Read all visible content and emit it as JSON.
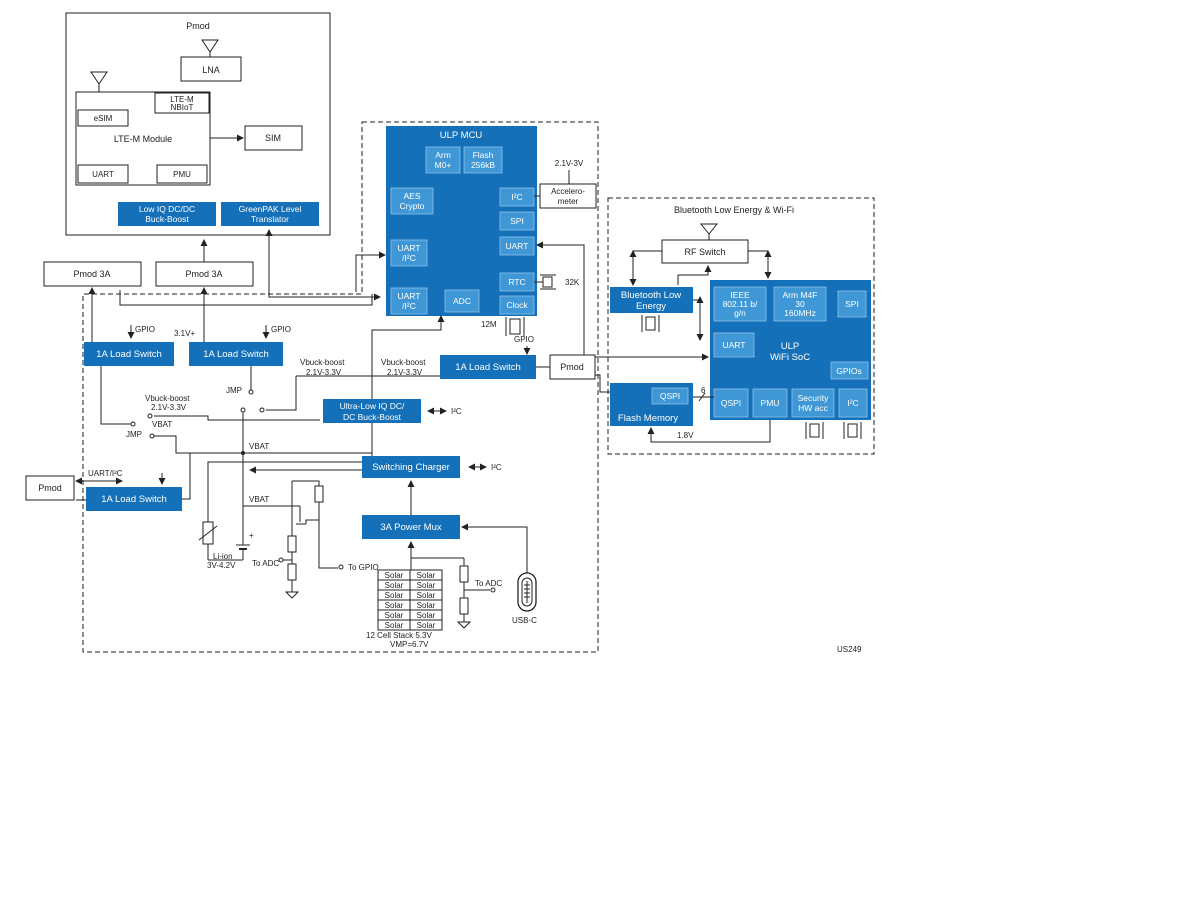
{
  "pmod_top": {
    "title": "Pmod",
    "lna": "LNA",
    "lte_module": "LTE-M Module",
    "lte_m": "LTE-M",
    "nbiot": "NBIoT",
    "esim": "eSIM",
    "uart": "UART",
    "pmu": "PMU",
    "sim": "SIM",
    "dcdc_l1": "Low IQ DC/DC",
    "dcdc_l2": "Buck-Boost",
    "greenpak_l1": "GreenPAK Level",
    "greenpak_l2": "Translator"
  },
  "pmod3a": {
    "left": "Pmod 3A",
    "right": "Pmod 3A"
  },
  "mcu": {
    "title": "ULP MCU",
    "arm_l1": "Arm",
    "arm_l2": "M0+",
    "flash_l1": "Flash",
    "flash_l2": "256kB",
    "aes_l1": "AES",
    "aes_l2": "Crypto",
    "i2c": "I²C",
    "spi": "SPI",
    "uart": "UART",
    "uart_i2c_l1": "UART",
    "uart_i2c_l2": "/I²C",
    "uart_i2c2_l1": "UART",
    "uart_i2c2_l2": "/I²C",
    "adc": "ADC",
    "rtc": "RTC",
    "clock": "Clock"
  },
  "accel": {
    "v": "2.1V-3V",
    "l1": "Accelero-",
    "l2": "meter"
  },
  "xtal": {
    "k32": "32K",
    "m12": "12M"
  },
  "ble_wifi": {
    "title": "Bluetooth Low Energy & Wi-Fi",
    "rf_switch": "RF Switch",
    "ble_l1": "Bluetooth Low",
    "ble_l2": "Energy",
    "ieee_l1": "IEEE",
    "ieee_l2": "802.11 b/",
    "ieee_l3": "g/n",
    "m4f_l1": "Arm M4F",
    "m4f_l2": "30",
    "m4f_l3": "160MHz",
    "spi": "SPI",
    "uart": "UART",
    "soc_l1": "ULP",
    "soc_l2": "WiFi SoC",
    "gpios": "GPIOs",
    "qspi": "QSPI",
    "pmu": "PMU",
    "sec_l1": "Security",
    "sec_l2": "HW acc",
    "i2c": "I²C",
    "flash_qspi": "QSPI",
    "flash_mem": "Flash Memory",
    "bus6": "6",
    "v18": "1.8V"
  },
  "power": {
    "gpio1": "GPIO",
    "gpio2": "GPIO",
    "gpio3": "GPIO",
    "v31": "3.1V+",
    "ls1": "1A Load Switch",
    "ls2": "1A Load Switch",
    "ls3": "1A Load Switch",
    "ls4": "1A Load Switch",
    "vbb_a1": "Vbuck-boost",
    "vbb_a2": "2.1V-3.3V",
    "vbb_b1": "Vbuck-boost",
    "vbb_b2": "2.1V-3.3V",
    "vbb_c1": "Vbuck-boost",
    "vbb_c2": "2.1V-3.3V",
    "jmp1": "JMP",
    "jmp2": "JMP",
    "vbat1": "VBAT",
    "vbat2": "VBAT",
    "vbat3": "VBAT",
    "uld_l1": "Ultra-Low IQ DC/",
    "uld_l2": "DC Buck-Boost",
    "i2c1": "I²C",
    "i2c2": "I²C",
    "charger": "Switching Charger",
    "mux": "3A Power Mux",
    "pmod_left": "Pmod",
    "pmod_right": "Pmod",
    "uart_i2c": "UART/I²C",
    "liion_l1": "Li-ion",
    "liion_l2": "3V-4.2V",
    "plus": "+",
    "to_adc1": "To ADC",
    "to_gpio": "To GPIO",
    "to_adc2": "To ADC",
    "solar": "Solar",
    "solar_l1": "12 Cell Stack 5.3V",
    "solar_l2": "VMP=6.7V",
    "usbc": "USB-C"
  },
  "footer": {
    "code": "US249"
  }
}
